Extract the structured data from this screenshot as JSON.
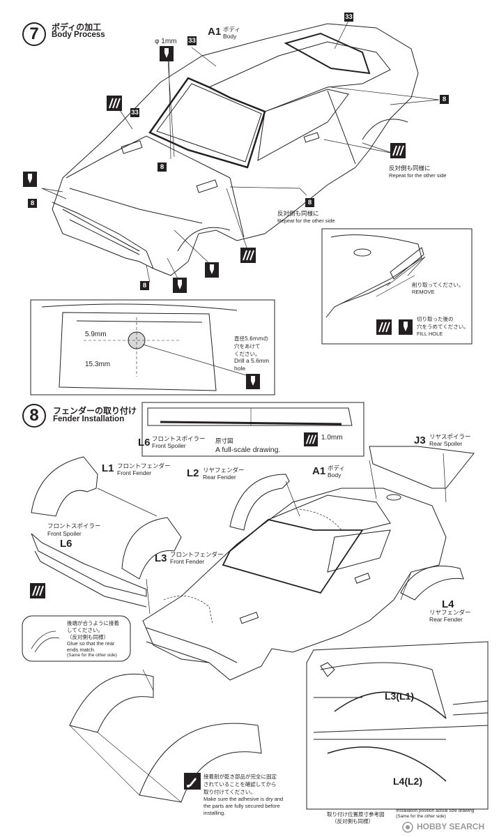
{
  "step7": {
    "number": "7",
    "title_jp": "ボディの加工",
    "title_en": "Body Process",
    "part_code": "A1",
    "part_jp": "ボディ",
    "part_en": "Body",
    "drill_size": "φ 1mm",
    "paint_tag": "33",
    "color_tag": "8",
    "repeat_jp": "反対側も同様に",
    "repeat_en": "Repeat for the other side",
    "remove_jp": "削り取ってください。",
    "remove_en": "REMOVE",
    "fill_jp_line1": "切り取った後の",
    "fill_jp_line2": "穴をうめてください。",
    "fill_en": "FILL HOLE",
    "detail": {
      "dim_top": "5.9mm",
      "dim_bottom": "15.3mm",
      "drill_jp_line1": "直径5.6mmの",
      "drill_jp_line2": "穴をあけて",
      "drill_jp_line3": "ください。",
      "drill_en_line1": "Drill a 5.6mm",
      "drill_en_line2": "hole"
    }
  },
  "step8": {
    "number": "8",
    "title_jp": "フェンダーの取り付け",
    "title_en": "Fender Installation",
    "fullscale_box": {
      "part_code": "L6",
      "part_jp": "フロントスポイラー",
      "part_en": "Front Spoiler",
      "label_jp": "原寸図",
      "label_en": "A full-scale drawing.",
      "dim": "1.0mm"
    },
    "parts": {
      "l1": {
        "code": "L1",
        "jp": "フロントフェンダー",
        "en": "Front Fender"
      },
      "l2": {
        "code": "L2",
        "jp": "リヤフェンダー",
        "en": "Rear Fender"
      },
      "a1": {
        "code": "A1",
        "jp": "ボディ",
        "en": "Body"
      },
      "j3": {
        "code": "J3",
        "jp": "リヤスポイラー",
        "en": "Rear Spoiler"
      },
      "l6": {
        "code": "L6",
        "jp": "フロントスポイラー",
        "en": "Front Spoiler"
      },
      "l3": {
        "code": "L3",
        "jp": "フロントフェンダー",
        "en": "Front Fender"
      },
      "l4": {
        "code": "L4",
        "jp": "リヤフェンダー",
        "en": "Rear Fender"
      }
    },
    "glue_note": {
      "jp_line1": "後端が合うように接着",
      "jp_line2": "してください。",
      "jp_line3": "（反対側も同様）",
      "en_line1": "Glue so that the rear",
      "en_line2": "ends match.",
      "en_line3": "(Same for the other side)"
    },
    "dry_note": {
      "jp_line1": "接着剤が乾き部品が完全に固定",
      "jp_line2": "されていることを確認してから",
      "jp_line3": "取り付けてください。",
      "en_line1": "Make sure the adhesive is dry and",
      "en_line2": "the parts are fully secured before",
      "en_line3": "installing."
    },
    "position_view": {
      "label_front": "L3(L1)",
      "label_rear": "L4(L2)",
      "caption_jp_line1": "取り付け位置原寸参考図",
      "caption_jp_line2": "（反対側も同様）",
      "caption_en_line1": "Installation position actual size drawing",
      "caption_en_line2": "(Same for the other side)"
    }
  },
  "watermark": "HOBBY SEARCH",
  "icons": {
    "paint": "paint-stripes-icon",
    "drill": "drill-icon",
    "glue": "glue-icon",
    "watermark_logo": "hobbysearch-logo-icon"
  }
}
